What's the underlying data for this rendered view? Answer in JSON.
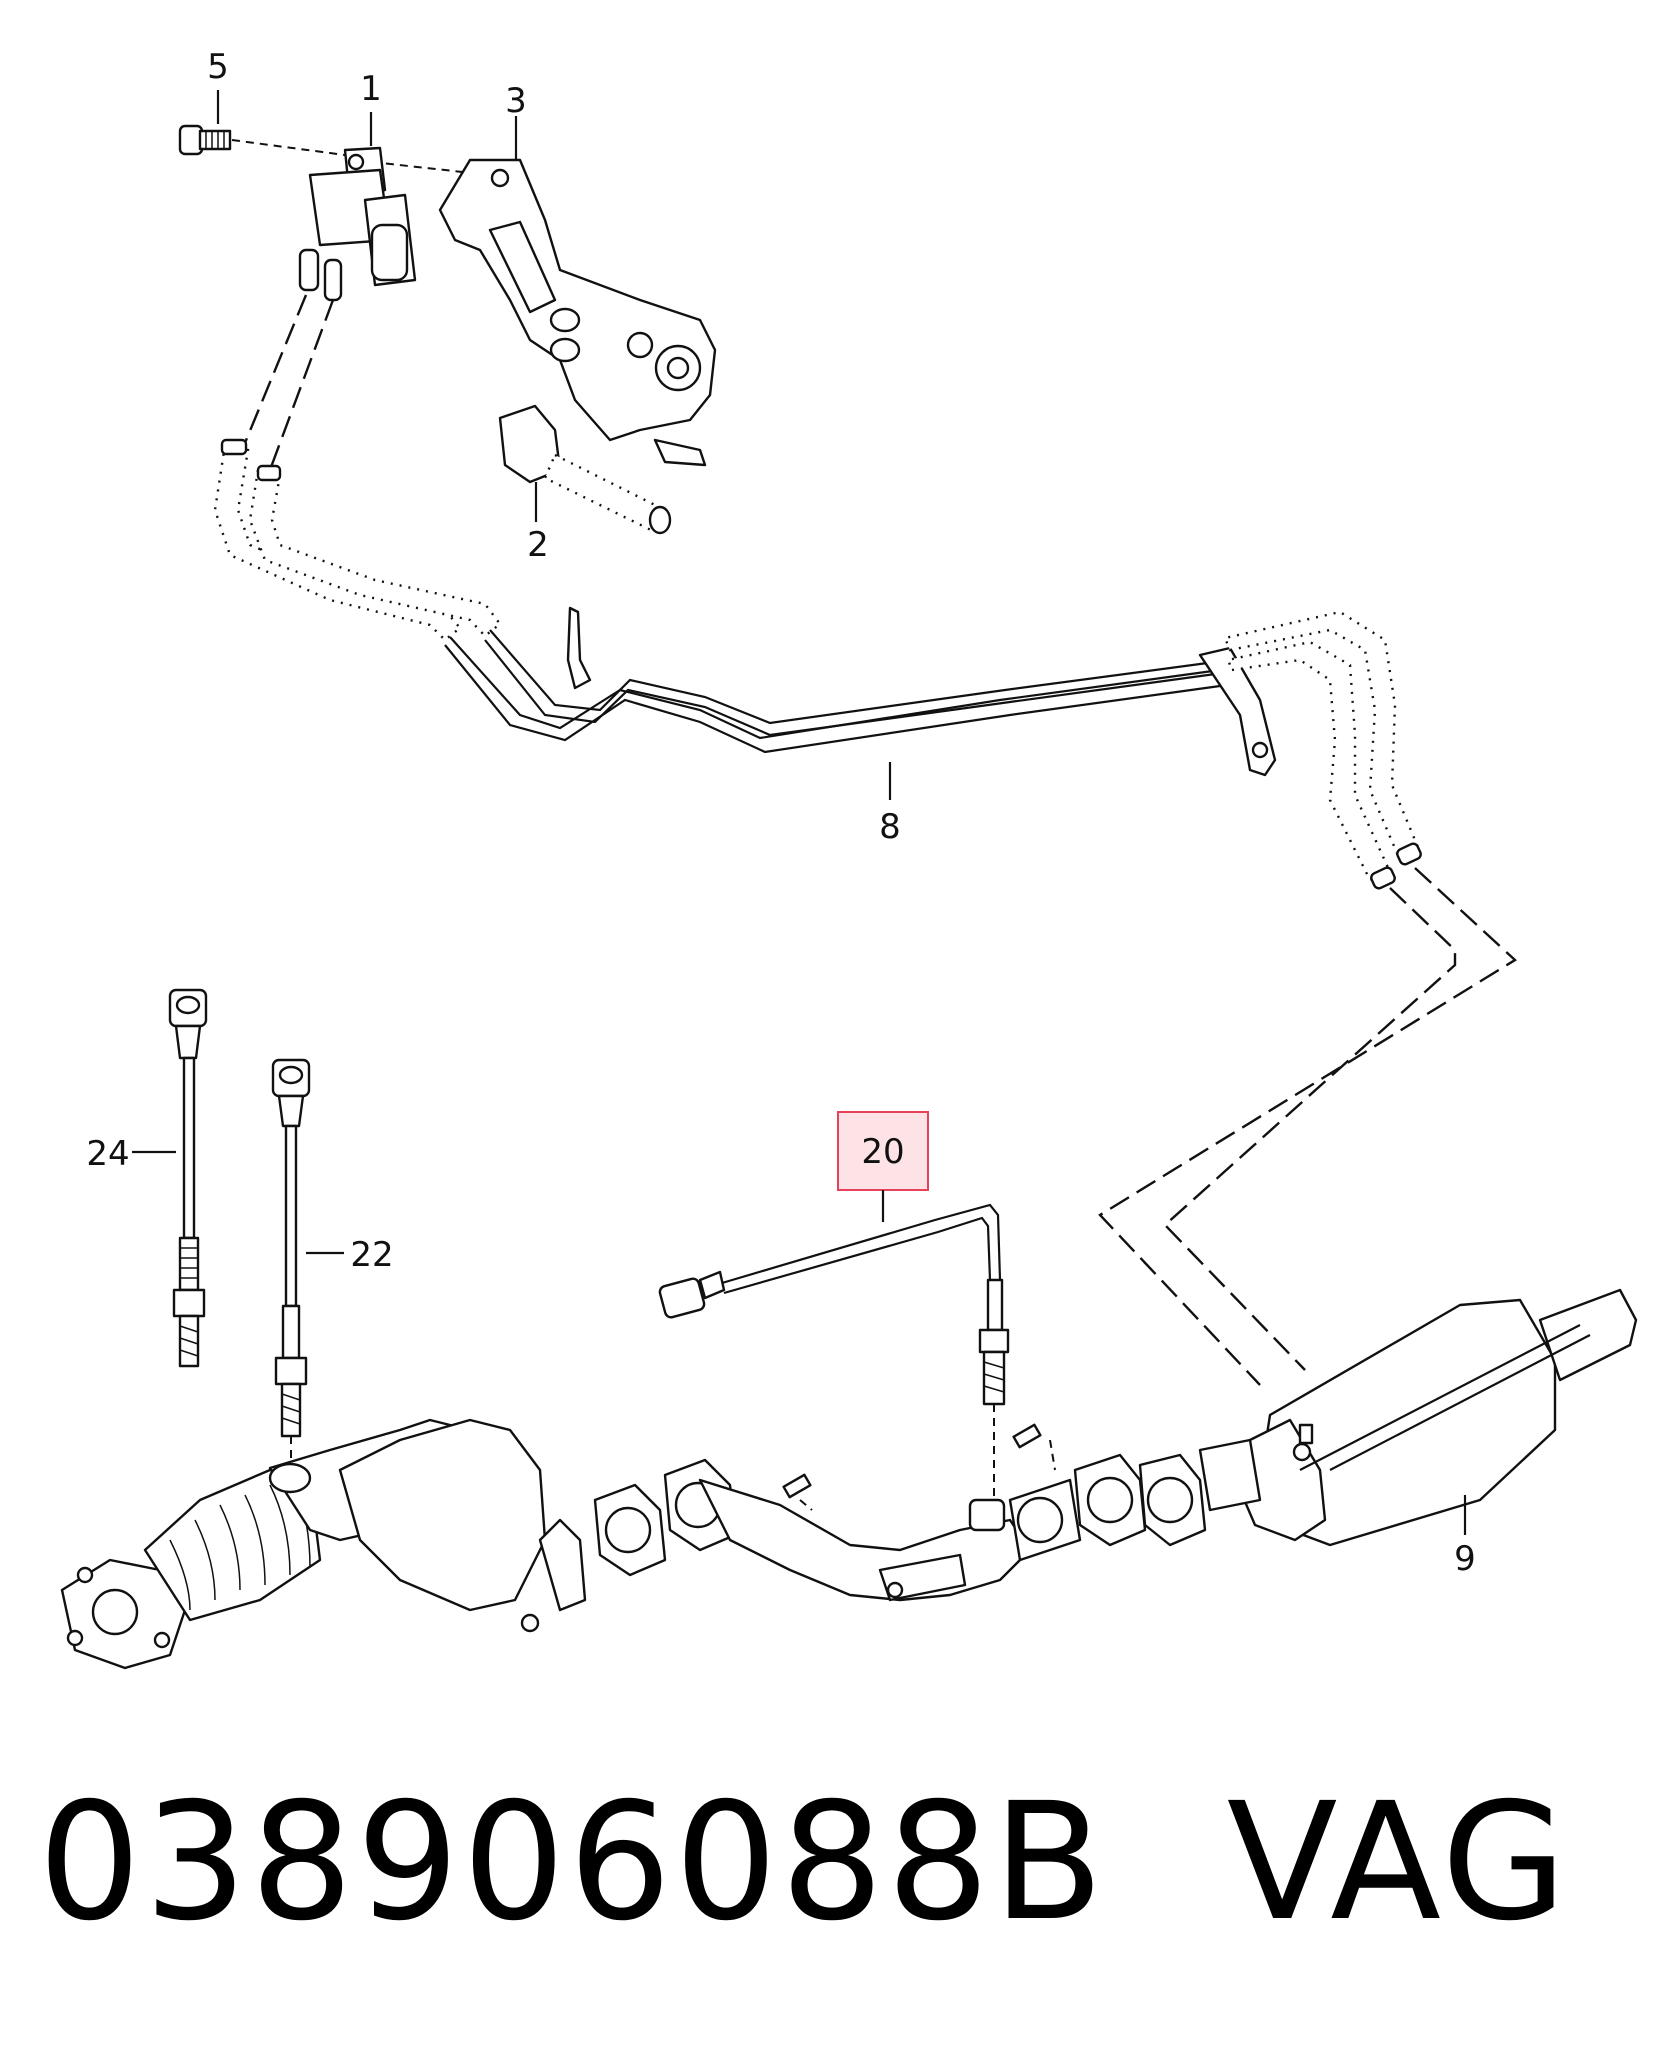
{
  "callouts": {
    "c1": "1",
    "c2": "2",
    "c3": "3",
    "c5": "5",
    "c8": "8",
    "c9": "9",
    "c20": "20",
    "c22": "22",
    "c24": "24"
  },
  "highlight": {
    "color": "#e8425a",
    "fill": "#fde3e6",
    "callout": "20"
  },
  "footer": {
    "part_number": "038906088B",
    "brand": "VAG"
  }
}
